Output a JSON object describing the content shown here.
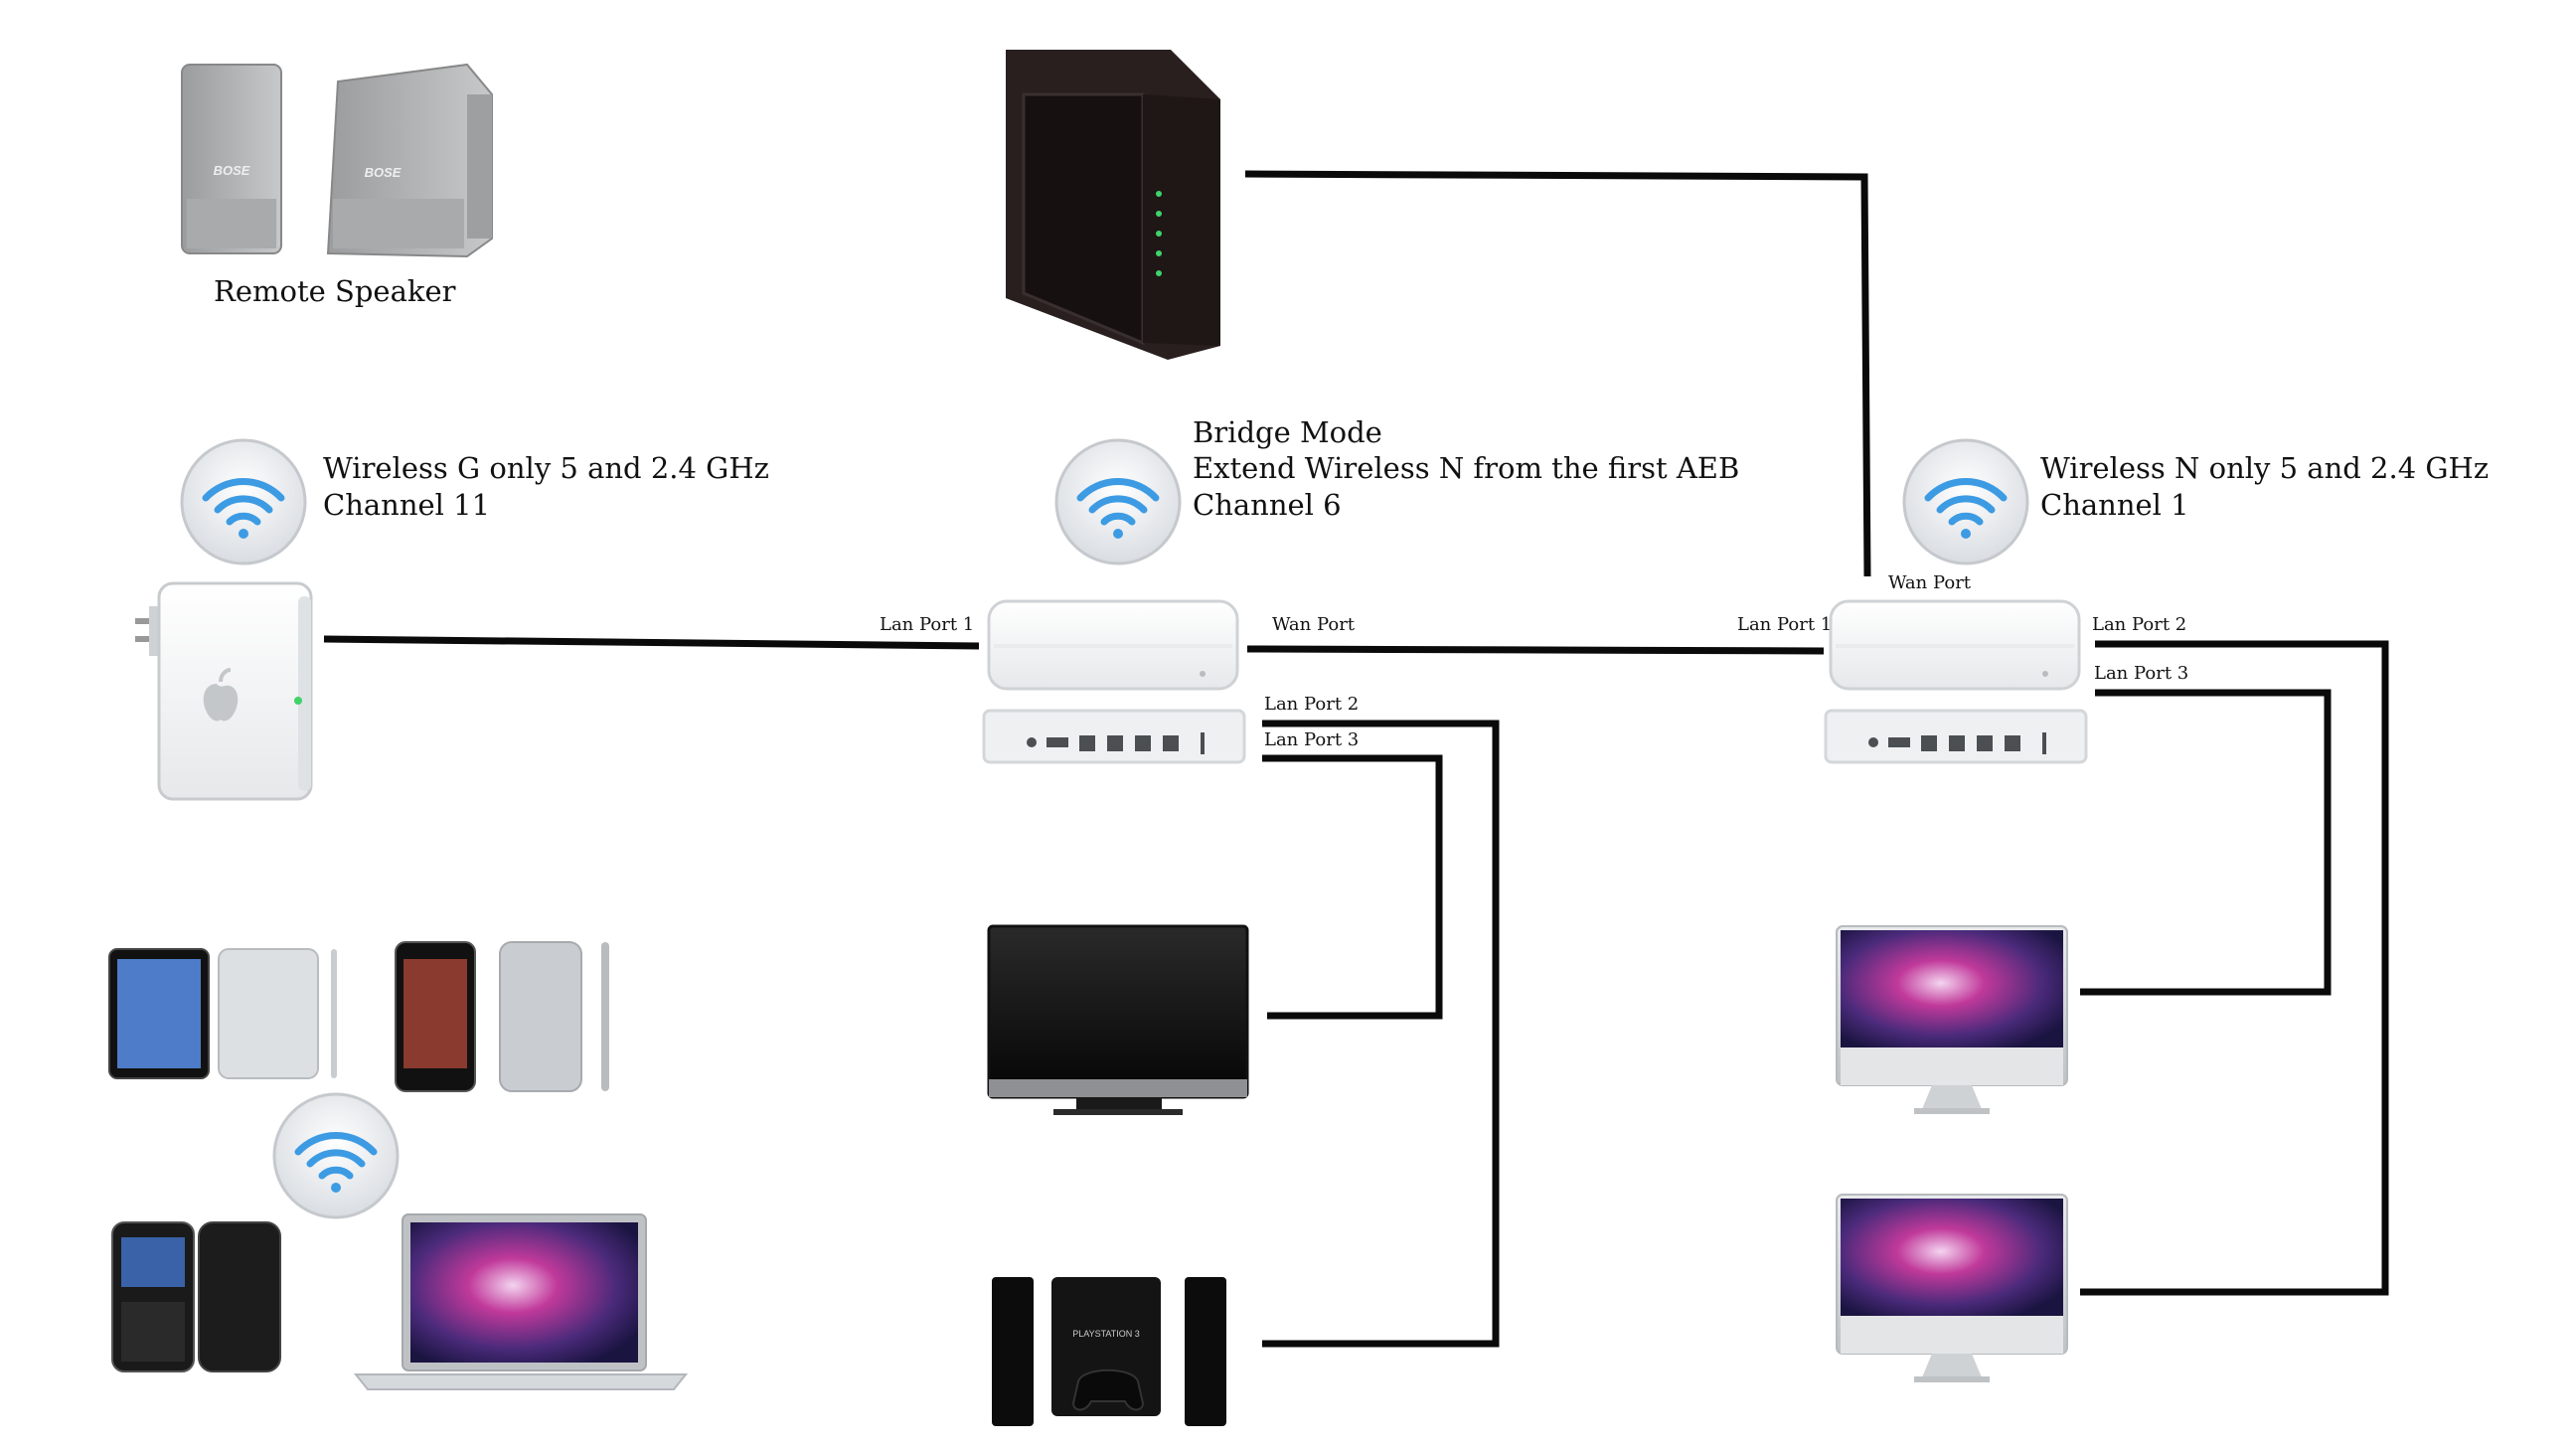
{
  "speaker": {
    "caption": "Remote Speaker",
    "brand": "BOSE"
  },
  "express": {
    "line1": "Wireless G only 5 and 2.4 GHz",
    "line2": "Channel 11",
    "port": "Lan Port 1"
  },
  "bridge": {
    "line1": "Bridge Mode",
    "line2": "Extend Wireless N from the first AEB",
    "line3": "Channel 6",
    "wan": "Wan Port",
    "lan2": "Lan Port 2",
    "lan3": "Lan Port 3"
  },
  "main": {
    "line1": "Wireless N only 5 and 2.4 GHz",
    "line2": "Channel 1",
    "wan": "Wan Port",
    "lan1": "Lan Port 1",
    "lan2": "Lan Port 2",
    "lan3": "Lan Port 3"
  },
  "ps3": {
    "brand": "PLAYSTATION 3"
  },
  "colors": {
    "wire": "#0a0a0a",
    "wifi": "#3d9be3",
    "screen_magenta": "#c0399a",
    "modem": "#2a1f1f"
  }
}
